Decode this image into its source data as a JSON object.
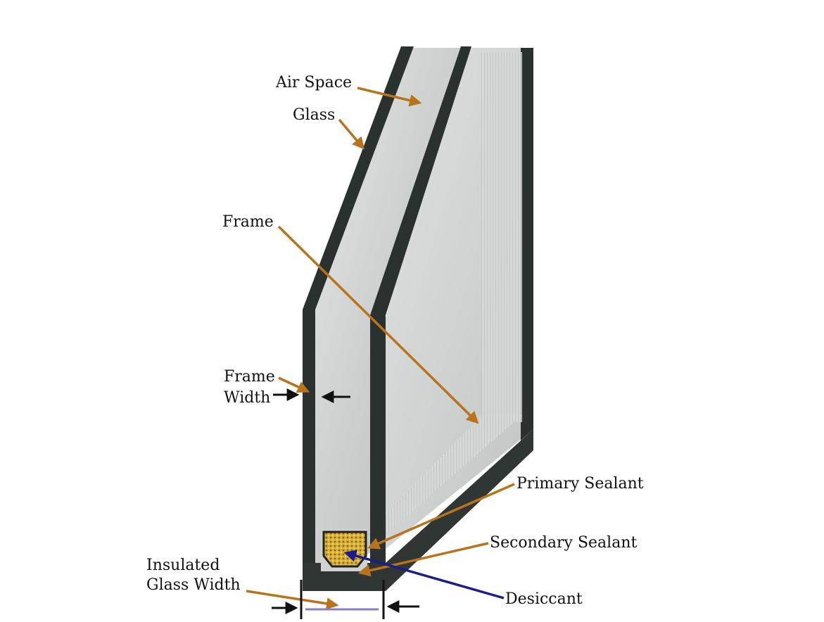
{
  "labels": {
    "air_space": "Air Space",
    "glass": "Glass",
    "frame": "Frame",
    "frame_width_1": "Frame",
    "frame_width_2": "Width",
    "primary_sealant": "Primary Sealant",
    "secondary_sealant": "Secondary Sealant",
    "desiccant": "Desiccant",
    "insulated_glass_width_1": "Insulated",
    "insulated_glass_width_2": "Glass Width"
  },
  "colors": {
    "leader": "#b8731c",
    "desiccant_leader": "#1c1c8c",
    "glass_edge": "#2a312e",
    "glass_face": "#cfd3d1",
    "desiccant_fill": "#d9b13a",
    "dimension_line": "#8a7fc4"
  }
}
